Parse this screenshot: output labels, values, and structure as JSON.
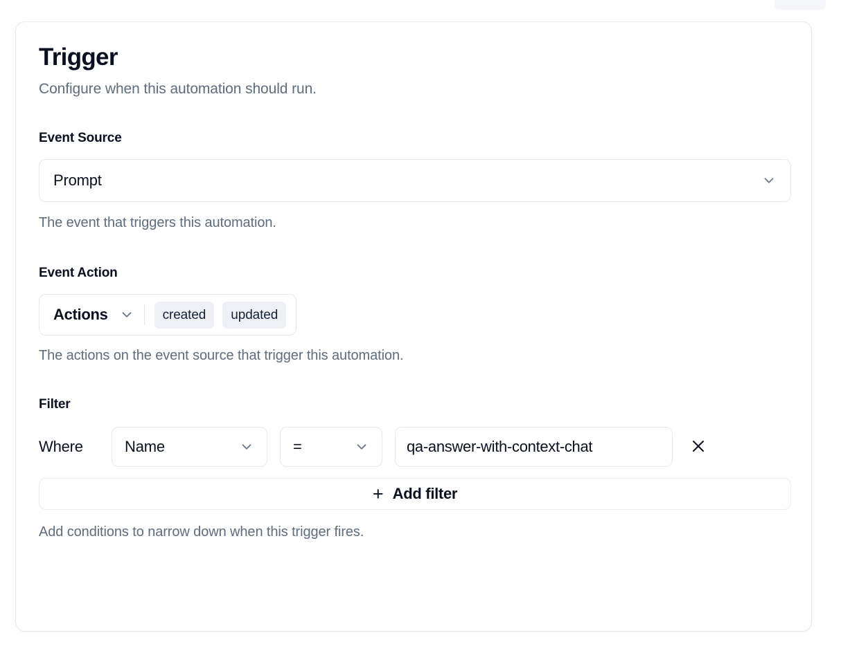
{
  "card": {
    "title": "Trigger",
    "subtitle": "Configure when this automation should run."
  },
  "event_source": {
    "label": "Event Source",
    "selected": "Prompt",
    "help": "The event that triggers this automation.",
    "chevron_icon": "chevron-down-icon"
  },
  "event_action": {
    "label": "Event Action",
    "dropdown_label": "Actions",
    "badges": [
      "created",
      "updated"
    ],
    "help": "The actions on the event source that trigger this automation.",
    "chevron_icon": "chevron-down-icon"
  },
  "filter": {
    "label": "Filter",
    "where_label": "Where",
    "field": "Name",
    "operator": "=",
    "value": "qa-answer-with-context-chat",
    "value_placeholder": "Value",
    "remove_icon": "close-icon",
    "add_filter_label": "Add filter",
    "add_filter_plus": "+",
    "help": "Add conditions to narrow down when this trigger fires."
  },
  "colors": {
    "text_primary": "#0b1020",
    "text_muted": "#5f6b7e",
    "border": "#e6e8ef",
    "badge_bg": "#eef0f6",
    "card_bg": "#ffffff"
  }
}
